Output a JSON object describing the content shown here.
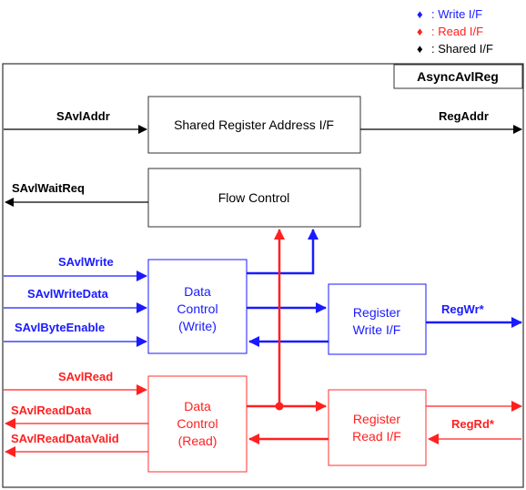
{
  "legend": {
    "write": {
      "marker": "♦",
      "label": ": Write I/F",
      "color": "#1a1aff"
    },
    "read": {
      "marker": "♦",
      "label": ": Read I/F",
      "color": "#ff2020"
    },
    "shared": {
      "marker": "♦",
      "label": ": Shared I/F",
      "color": "#000000"
    }
  },
  "module": {
    "title": "AsyncAvlReg"
  },
  "blocks": {
    "shared_addr": {
      "lines": [
        "Shared Register Address I/F"
      ]
    },
    "flow_control": {
      "lines": [
        "Flow Control"
      ]
    },
    "data_ctrl_write": {
      "lines": [
        "Data",
        "Control",
        "(Write)"
      ]
    },
    "reg_write_if": {
      "lines": [
        "Register",
        "Write I/F"
      ]
    },
    "data_ctrl_read": {
      "lines": [
        "Data",
        "Control",
        "(Read)"
      ]
    },
    "reg_read_if": {
      "lines": [
        "Register",
        "Read I/F"
      ]
    }
  },
  "signals": {
    "savladdr": "SAvlAddr",
    "regaddr": "RegAddr",
    "savlwaitreq": "SAvlWaitReq",
    "savlwrite": "SAvlWrite",
    "savlwritedata": "SAvlWriteData",
    "savlbyteenable": "SAvlByteEnable",
    "regwr": "RegWr*",
    "savlread": "SAvlRead",
    "savlreaddata": "SAvlReadData",
    "savlreaddatavalid": "SAvlReadDataValid",
    "regrd": "RegRd*"
  },
  "colors": {
    "write": "#1a1aff",
    "read": "#ff2020",
    "shared": "#000000",
    "box_write": "#1a1aff",
    "box_read": "#ff3030"
  }
}
